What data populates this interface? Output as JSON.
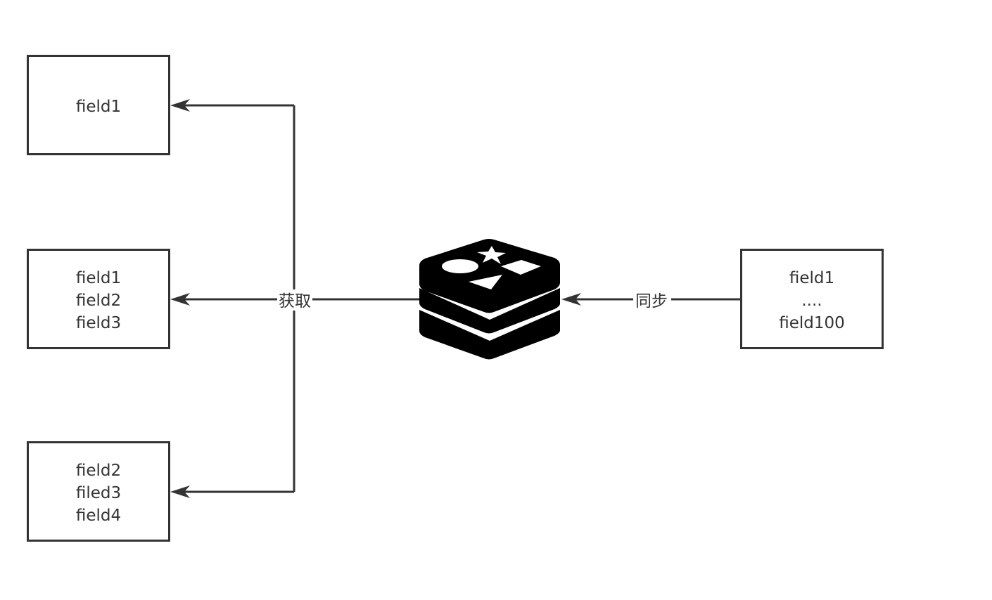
{
  "boxes": {
    "top_left": {
      "lines": [
        "field1"
      ]
    },
    "middle_left": {
      "lines": [
        "field1",
        "field2",
        "field3"
      ]
    },
    "bottom_left": {
      "lines": [
        "field2",
        "filed3",
        "field4"
      ]
    },
    "right": {
      "lines": [
        "field1",
        "....",
        "field100"
      ]
    }
  },
  "center": {
    "icon": "redis-logo-icon"
  },
  "edges": {
    "fetch_label": "获取",
    "sync_label": "同步"
  },
  "colors": {
    "stroke": "#333333",
    "logo": "#000000",
    "background": "#ffffff"
  }
}
